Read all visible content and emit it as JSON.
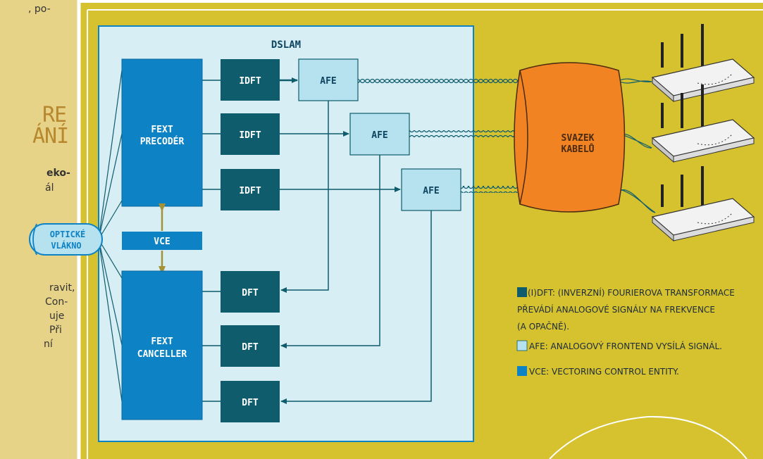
{
  "left_page": {
    "line1": ", po-",
    "heading_line1": "RE",
    "heading_line2": "ÁNÍ",
    "bold_line": "eko-",
    "line2": "ál",
    "line3": "ravit,",
    "line4": "Con-",
    "line5": "uje",
    "line6": "Při",
    "line7": "ní"
  },
  "diagram": {
    "dslam_label": "DSLAM",
    "precoder_label_1": "FEXT",
    "precoder_label_2": "PRECODÉR",
    "canceller_label_1": "FEXT",
    "canceller_label_2": "CANCELLER",
    "vce_label": "VCE",
    "idft_labels": [
      "IDFT",
      "IDFT",
      "IDFT"
    ],
    "dft_labels": [
      "DFT",
      "DFT",
      "DFT"
    ],
    "afe_labels": [
      "AFE",
      "AFE",
      "AFE"
    ],
    "fiber_label_1": "OPTICKÉ",
    "fiber_label_2": "VLÁKNO",
    "bundle_label_1": "SVAZEK",
    "bundle_label_2": "KABELŮ"
  },
  "legend": [
    {
      "text": "(I)DFT: (INVERZNÍ) FOURIEROVA TRANSFORMACE",
      "color": "#0e5c6c"
    },
    {
      "text": "PŘEVÁDÍ ANALOGOVÉ SIGNÁLY NA FREKVENCE",
      "color": null
    },
    {
      "text": "(A OPAČNĚ).",
      "color": null
    },
    {
      "text": "AFE: ANALOGOVÝ FRONTEND VYSÍLÁ SIGNÁL.",
      "color": "#b6e1ee"
    },
    {
      "text": "VCE: VECTORING CONTROL ENTITY.",
      "color": "#0d83c6"
    }
  ],
  "colors": {
    "background": "#d6c22e",
    "dslam_fill": "#d7eef5",
    "module_blue": "#0d83c6",
    "dft_teal": "#0e5c6c",
    "afe_light": "#b6e1ee",
    "bundle_orange": "#f18322",
    "arrow_olive": "#a59234"
  }
}
